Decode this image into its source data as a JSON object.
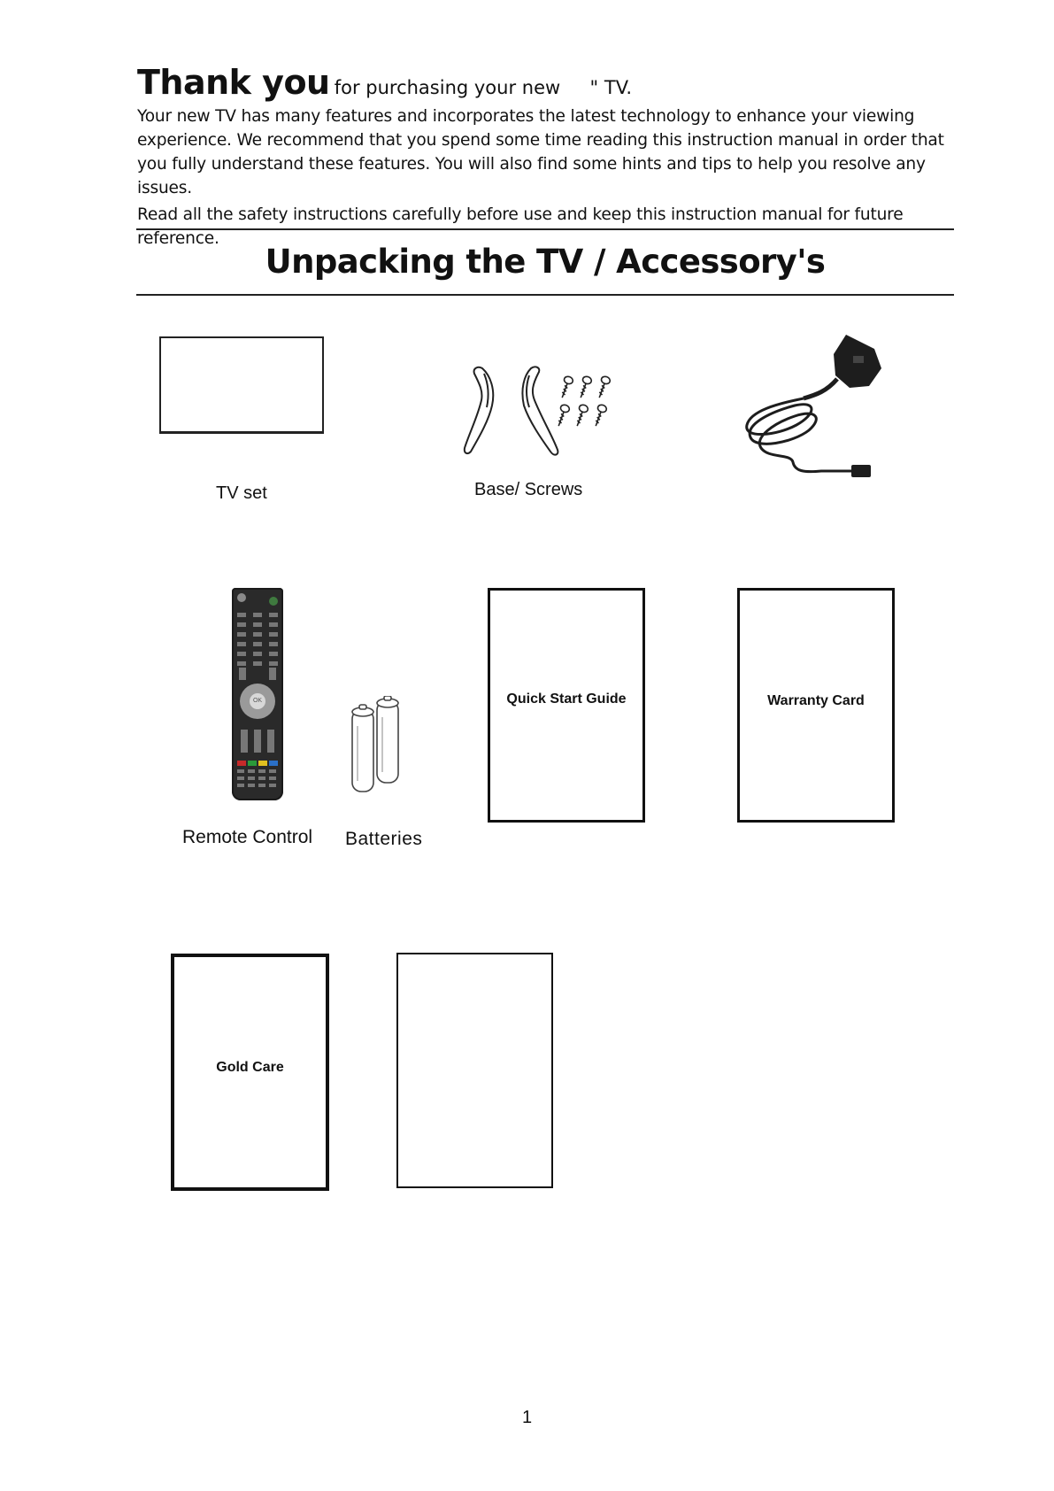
{
  "intro": {
    "thank_you": "Thank you",
    "tagline": "for purchasing your new     \" TV.",
    "paragraph": "Your new TV has many features and incorporates the latest technology to enhance your viewing experience. We recommend that you spend some time reading this instruction manual in order that you fully understand these features. You will also find some hints and tips to help you resolve any issues.",
    "safety_note": "Read all the safety instructions carefully before use and keep this instruction manual for future reference."
  },
  "section": {
    "title": "Unpacking the TV / Accessory's"
  },
  "items": {
    "tv_set": "TV set",
    "base_screws": "Base/ Screws",
    "remote_control": "Remote Control",
    "batteries": "Batteries",
    "quick_start_guide": "Quick Start Guide",
    "warranty_card": "Warranty Card",
    "gold_care": "Gold Care"
  },
  "remote": {
    "ok_label": "OK"
  },
  "footer": {
    "page_number": "1"
  }
}
